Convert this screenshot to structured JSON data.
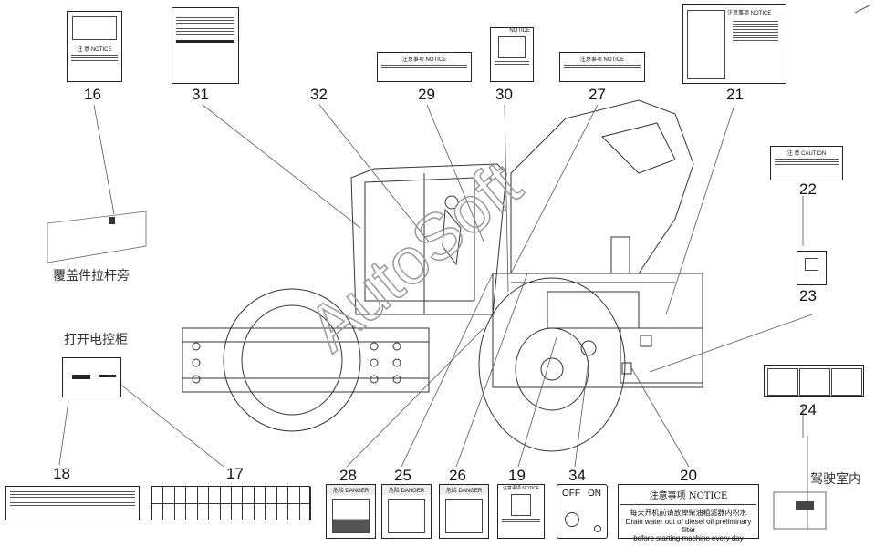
{
  "callouts": [
    "16",
    "31",
    "32",
    "29",
    "30",
    "27",
    "21",
    "22",
    "23",
    "24",
    "18",
    "17",
    "28",
    "25",
    "26",
    "19",
    "34",
    "20"
  ],
  "locations": {
    "cover_lever": "覆盖件拉杆旁",
    "open_cabinet": "打开电控柜",
    "cab_interior": "驾驶室内"
  },
  "decals": {
    "d16_title": "注 意 NOTICE",
    "d29_title": "注意事项  NOTICE",
    "d30_title": "NOTICE",
    "d27_title": "注意事项  NOTICE",
    "d21_title": "注意事项  NOTICE",
    "d22_title": "注 意  CAUTION",
    "d28_title": "危险  DANGER",
    "d25_title": "危险  DANGER",
    "d26_title": "危险  DANGER",
    "d19_title": "注意事项  NOTICE",
    "d34_off": "OFF",
    "d34_on": "ON",
    "d20_title": "注意事项    NOTICE",
    "d20_line1": "每天开机前请放掉柴油粗滤器内积水",
    "d20_line2": "Drain water out of diesel oil preliminary filter",
    "d20_line3": "before starting machine every day"
  },
  "watermark": "AutoSoft"
}
